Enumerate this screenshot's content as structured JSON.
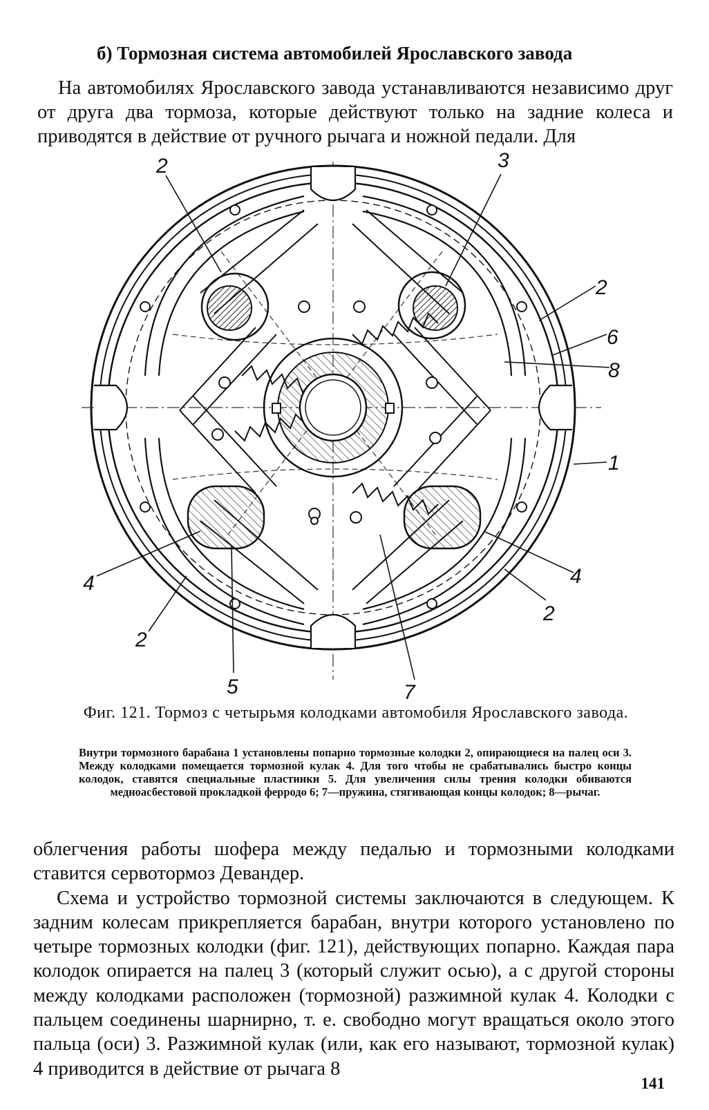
{
  "section_title": "б) Тормозная система автомобилей Ярославского завода",
  "intro_paragraph": "На автомобилях Ярославского завода устанавливаются независимо друг от друга два тормоза, которые действуют только на задние колеса и приводятся в действие от ручного рычага и ножной педали. Для",
  "figure": {
    "labels": {
      "top_left": "2",
      "top_right": "3",
      "right_upper": "2",
      "right_6": "6",
      "right_8": "8",
      "right_1": "1",
      "right_4": "4",
      "right_lower": "2",
      "left_4": "4",
      "left_lower": "2",
      "bottom_5": "5",
      "bottom_7": "7"
    }
  },
  "caption": {
    "title": "Фиг. 121. Тормоз с четырьмя колодками автомобиля Ярославского завода.",
    "description": "Внутри тормозного барабана 1 установлены попарно тормозные колодки 2, опирающиеся на палец оси 3. Между колодками помещается тормозной кулак 4. Для того чтобы не срабатывались быстро концы колодок, ставятся специальные пластинки 5. Для увеличения силы трения колодки обиваются медноасбестовой прокладкой ферродо 6; 7—пружина, стягивающая концы колодок; 8—рычаг."
  },
  "body": {
    "paragraph_1": "облегчения работы шофера между педалью и тормозными колодками ставится сервотормоз Девандер.",
    "paragraph_2": "Схема и устройство тормозной системы заключаются в следующем. К задним колесам прикрепляется барабан, внутри которого установлено по четыре тормозных колодки (фиг. 121), действующих попарно. Каждая пара колодок опирается на палец 3 (который служит осью), а с другой стороны между колодками расположен (тормозной) разжимной кулак 4. Колодки с пальцем соединены шарнирно, т. е. свободно могут вращаться около этого пальца (оси) 3. Разжимной кулак (или, как его называют, тормозной кулак) 4 приводится в действие от рычага 8"
  },
  "page_number": "141"
}
